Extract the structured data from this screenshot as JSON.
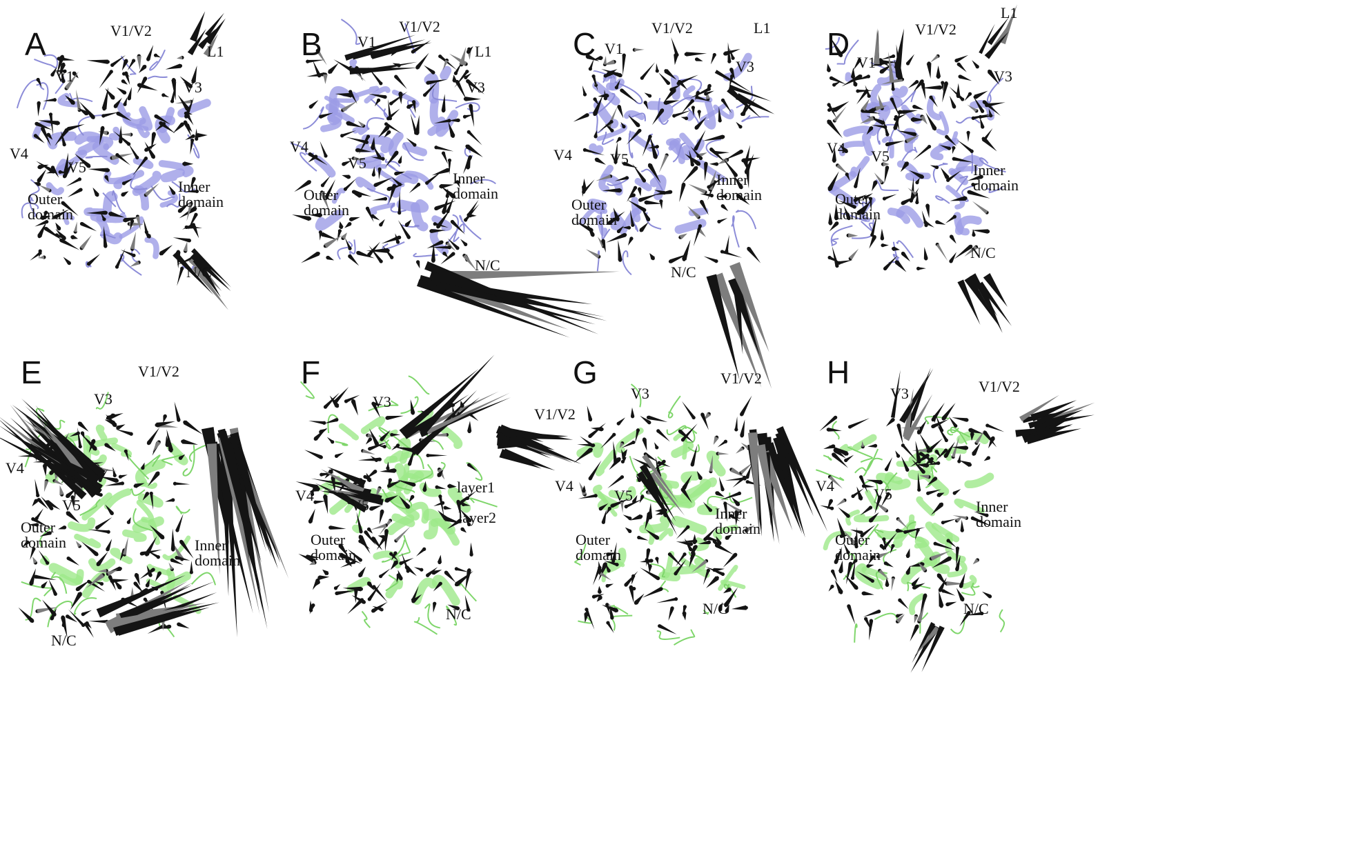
{
  "colors": {
    "blue_ribbon": "#9c9ce6",
    "blue_loop": "#8c8cd8",
    "green_ribbon": "#9ee88a",
    "green_loop": "#7fd66b",
    "vector_dark": "#141414",
    "vector_grey": "#7d7d7d"
  },
  "panels": [
    {
      "letter": "A",
      "labels": [
        "V1/V2",
        "L1",
        "V1",
        "V3",
        "V4",
        "V5",
        "Inner domain",
        "Outer domain",
        "N/C"
      ]
    },
    {
      "letter": "B",
      "labels": [
        "V1/V2",
        "V1",
        "L1",
        "V3",
        "V4",
        "V5",
        "Inner domain",
        "Outer domain",
        "N/C"
      ]
    },
    {
      "letter": "C",
      "labels": [
        "V1/V2",
        "L1",
        "V1",
        "V3",
        "V4",
        "V5",
        "Inner domain",
        "Outer domain",
        "N/C"
      ]
    },
    {
      "letter": "D",
      "labels": [
        "L1",
        "V1/V2",
        "V1",
        "V3",
        "V4",
        "V5",
        "Inner domain",
        "Outer domain",
        "N/C"
      ]
    },
    {
      "letter": "E",
      "labels": [
        "V1/V2",
        "V3",
        "V4",
        "V5",
        "Outer domain",
        "Inner domain",
        "N/C"
      ]
    },
    {
      "letter": "F",
      "labels": [
        "V3",
        "V1/V2",
        "layer1",
        "layer2",
        "V4",
        "V5",
        "Outer domain",
        "N/C"
      ]
    },
    {
      "letter": "G",
      "labels": [
        "V3",
        "V1/V2",
        "V4",
        "V5",
        "Inner domain",
        "Outer domain",
        "N/C"
      ]
    },
    {
      "letter": "H",
      "labels": [
        "V3",
        "V1/V2",
        "V4",
        "V5",
        "Inner domain",
        "Outer domain",
        "N/C"
      ]
    }
  ]
}
